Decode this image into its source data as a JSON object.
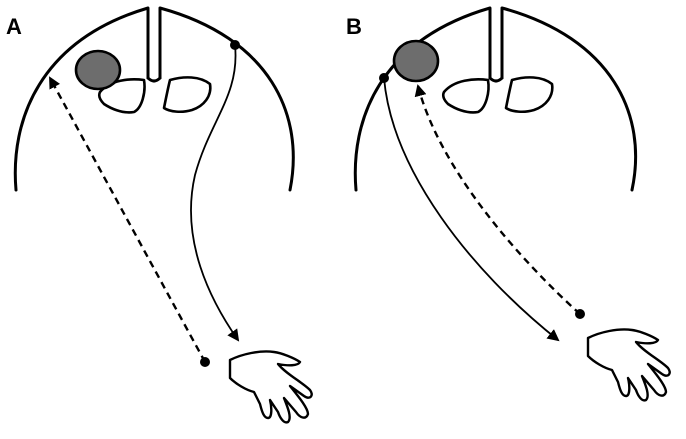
{
  "panels": [
    {
      "id": "A",
      "label": "A"
    },
    {
      "id": "B",
      "label": "B"
    }
  ],
  "colors": {
    "ink": "#000000",
    "lesion_fill": "#6d6d6d",
    "background": "#ffffff"
  },
  "icons": {
    "hand": "hand-icon",
    "arrowhead": "arrowhead-icon"
  }
}
